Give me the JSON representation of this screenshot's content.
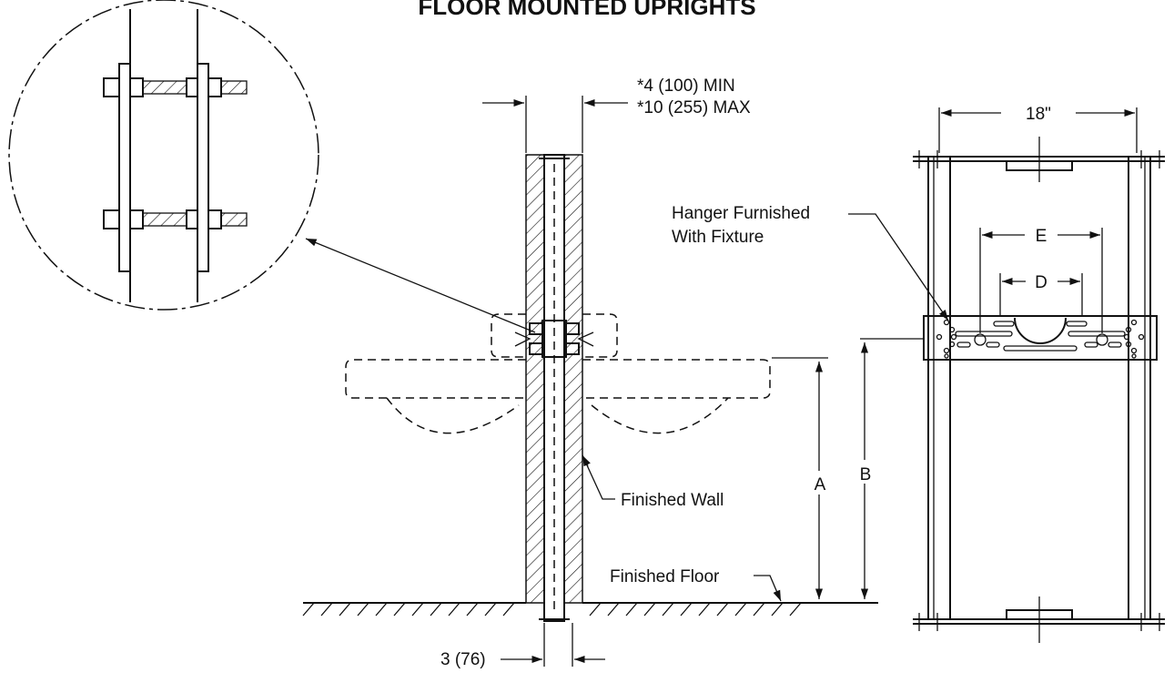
{
  "title": "FLOOR MOUNTED UPRIGHTS",
  "labels": {
    "wall_min": "*4 (100) MIN",
    "wall_max": "*10 (255) MAX",
    "upright_width": "3 (76)",
    "finished_wall": "Finished Wall",
    "finished_floor": "Finished Floor",
    "dim_a": "A",
    "dim_b": "B",
    "dim_18": "18\"",
    "dim_e": "E",
    "dim_d": "D",
    "hanger_line1": "Hanger Furnished",
    "hanger_line2": "With Fixture"
  }
}
